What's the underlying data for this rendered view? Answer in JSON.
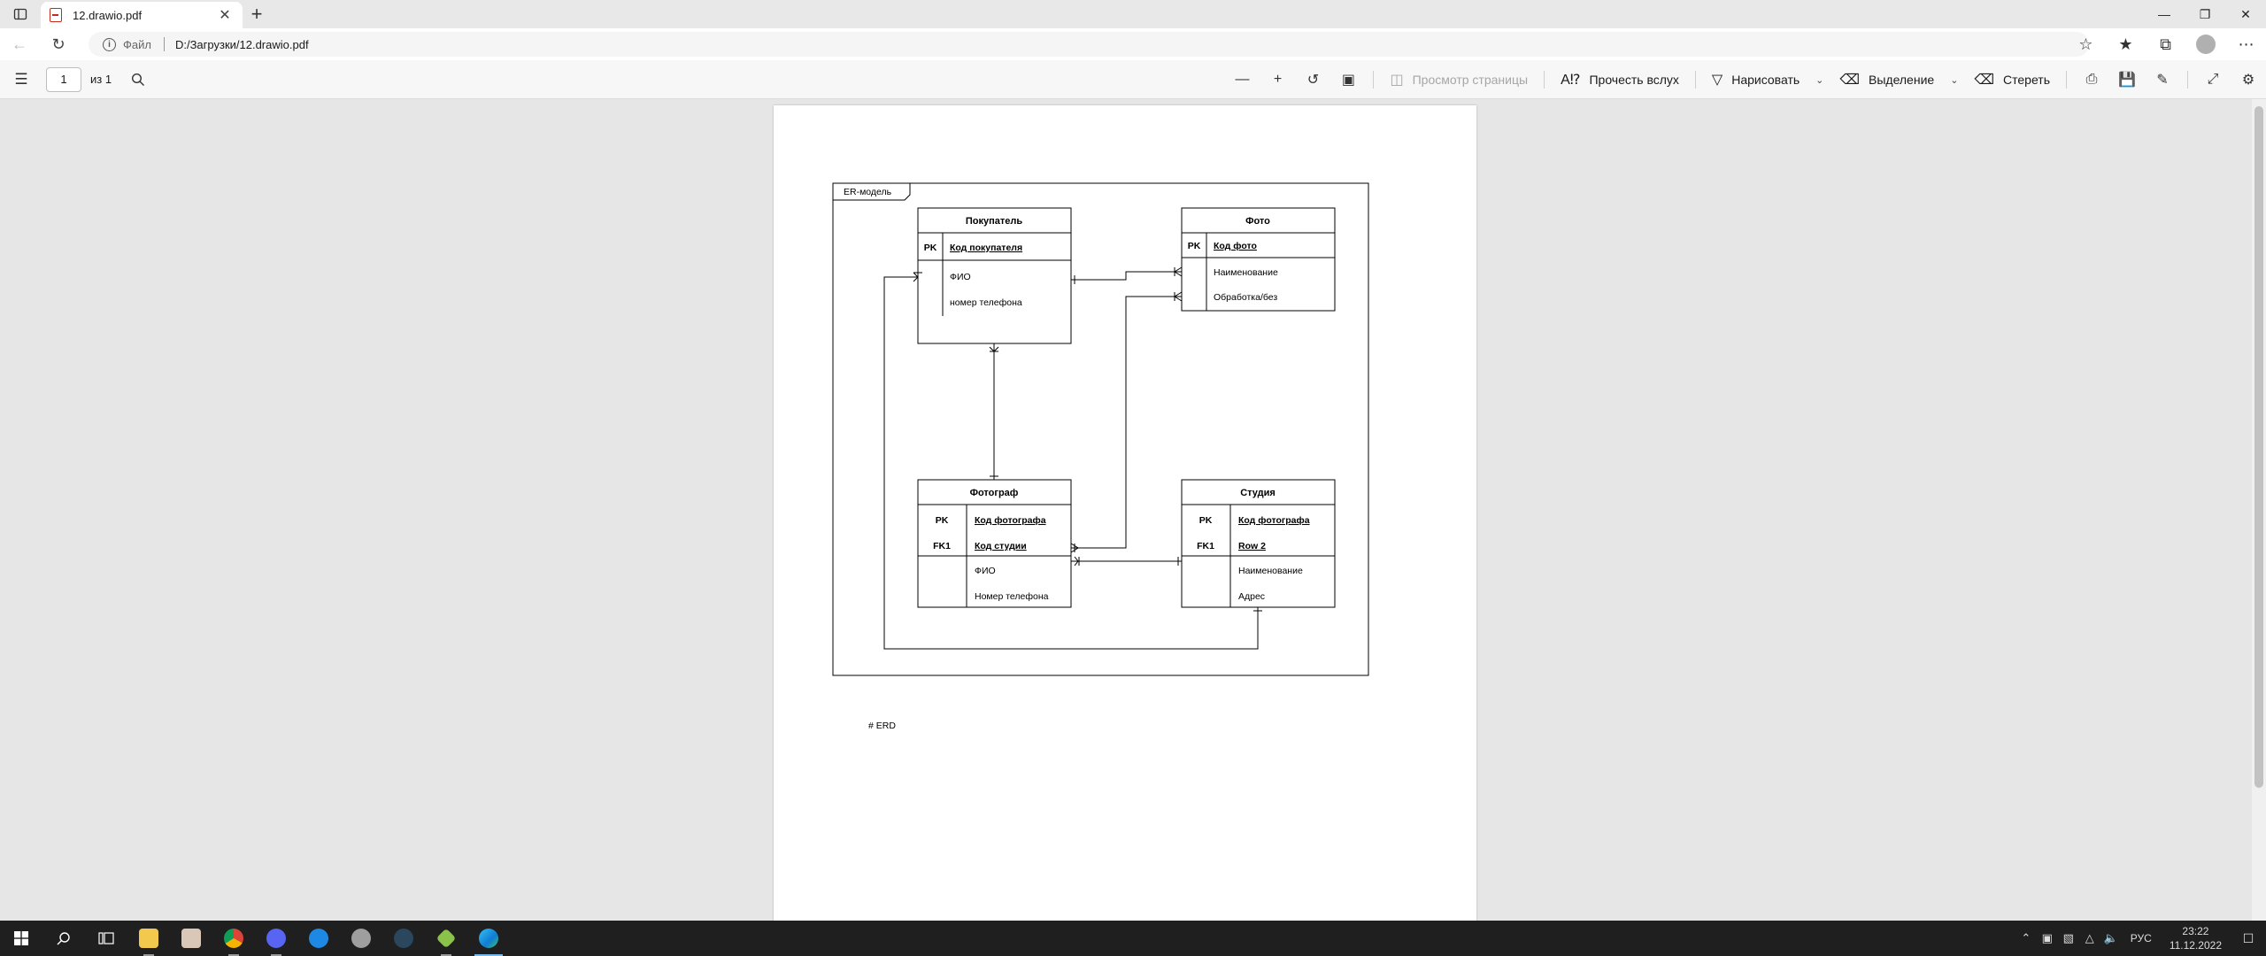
{
  "browser": {
    "tab_title": "12.drawio.pdf",
    "tab_close": "✕",
    "new_tab": "+",
    "url_scheme": "Файл",
    "url": "D:/Загрузки/12.drawio.pdf"
  },
  "pdf_toolbar": {
    "page_current": "1",
    "page_of": "из 1",
    "page_view_label": "Просмотр страницы",
    "read_aloud_label": "Прочесть вслух",
    "draw_label": "Нарисовать",
    "highlight_label": "Выделение",
    "erase_label": "Стереть"
  },
  "diagram": {
    "frame_label": "ER-модель",
    "entities": {
      "buyer": {
        "title": "Покупатель",
        "pk_key": "PK",
        "pk_name": "Код покупателя",
        "attr1": "ФИО",
        "attr2": "номер телефона"
      },
      "photo": {
        "title": "Фото",
        "pk_key": "PK",
        "pk_name": "Код фото",
        "attr1": "Наименование",
        "attr2": "Обработка/без"
      },
      "photographer": {
        "title": "Фотограф",
        "pk_key": "PK",
        "pk_name": "Код фотографа",
        "fk_key": "FK1",
        "fk_name": "Код студии",
        "attr1": "ФИО",
        "attr2": "Номер телефона"
      },
      "studio": {
        "title": "Студия",
        "pk_key": "PK",
        "pk_name": "Код фотографа",
        "fk_key": "FK1",
        "fk_name": "Row 2",
        "attr1": "Наименование",
        "attr2": "Адрес"
      }
    },
    "caption": "# ERD"
  },
  "taskbar": {
    "lang": "РУС",
    "time": "23:22",
    "date": "11.12.2022"
  }
}
